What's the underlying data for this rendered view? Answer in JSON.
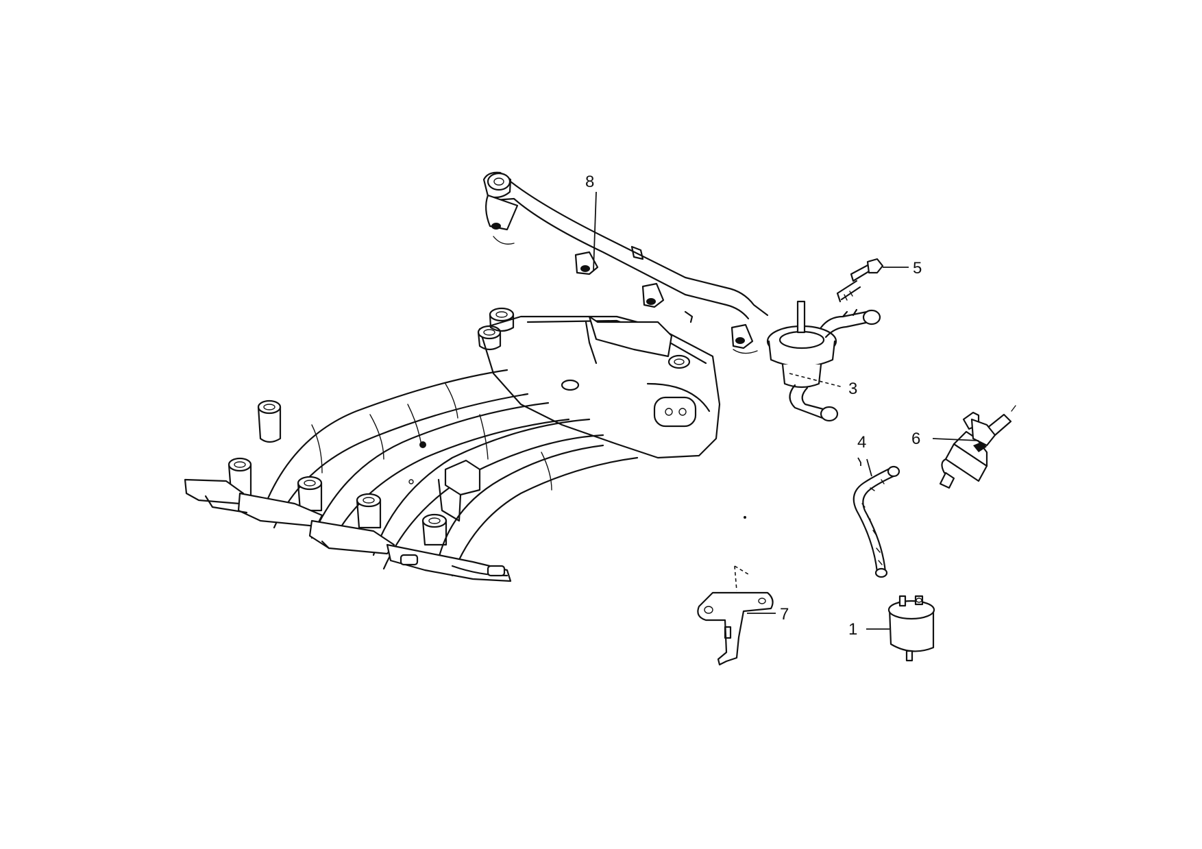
{
  "callouts": {
    "c1": "1",
    "c3": "3",
    "c4": "4",
    "c5": "5",
    "c6": "6",
    "c7": "7",
    "c8": "8"
  }
}
